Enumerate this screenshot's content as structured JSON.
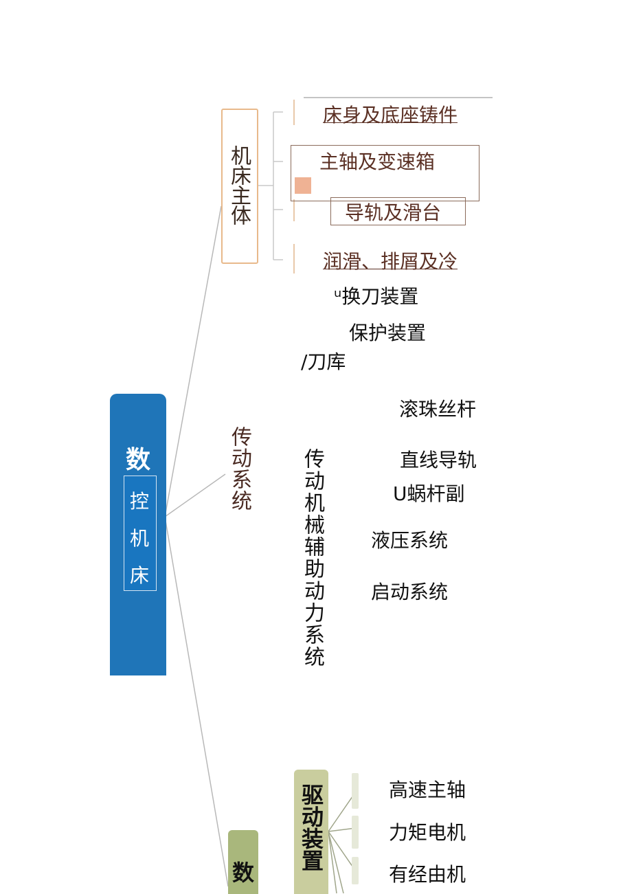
{
  "root": {
    "first_char": "数",
    "chars": [
      "控",
      "机",
      "床"
    ]
  },
  "branches": {
    "machine_body": {
      "label": "机床主体",
      "items": [
        "床身及底座铸件",
        "主轴及变速箱",
        "导轨及滑台",
        "润滑、排屑及冷"
      ]
    },
    "tool_change": "ᵘ换刀装置",
    "protection": "保护装置",
    "tool_magazine": "/刀库",
    "transmission": {
      "label": "传动系统",
      "items": [
        "滚珠丝杆",
        "直线导轨",
        "U蜗杆副"
      ]
    },
    "aux_power": {
      "label": "传动机械辅助动力系统",
      "items": [
        "液压系统",
        "启动系统"
      ]
    },
    "drive_device": {
      "label": "驱动装置",
      "items": [
        "高速主轴",
        "力矩电机",
        "有经由机"
      ]
    },
    "data_branch": {
      "label": "数"
    }
  },
  "colors": {
    "root_blue": "#1f75b8",
    "body_border": "#e8b98b",
    "body_text": "#5b3024",
    "accent_orange": "#efb294",
    "drive_green": "#c9cd9e",
    "data_green": "#a9b77c"
  }
}
